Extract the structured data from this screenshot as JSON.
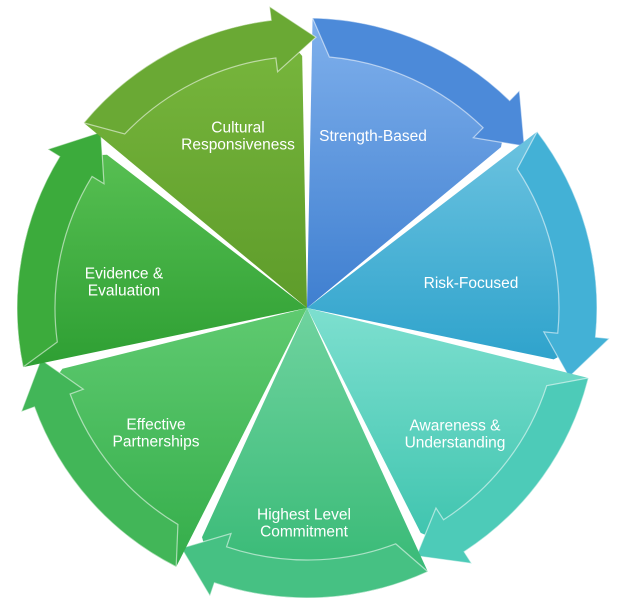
{
  "segments": [
    {
      "lines": [
        "Strength-Based"
      ],
      "color_top": "#7fb0ec",
      "color_bottom": "#3f7fd0",
      "arrow_color": "#4c8ad9"
    },
    {
      "lines": [
        "Risk-Focused"
      ],
      "color_top": "#6cc3e0",
      "color_bottom": "#2fa3cc",
      "arrow_color": "#43b1d6"
    },
    {
      "lines": [
        "Awareness &",
        "Understanding"
      ],
      "color_top": "#7ddfcf",
      "color_bottom": "#3cc3ad",
      "arrow_color": "#4dcbb8"
    },
    {
      "lines": [
        "Highest Level",
        "Commitment"
      ],
      "color_top": "#6fd39f",
      "color_bottom": "#34b873",
      "arrow_color": "#46c183"
    },
    {
      "lines": [
        "Effective",
        "Partnerships"
      ],
      "color_top": "#5fca70",
      "color_bottom": "#34ad4a",
      "arrow_color": "#42b658"
    },
    {
      "lines": [
        "Evidence &",
        "Evaluation"
      ],
      "color_top": "#57bf52",
      "color_bottom": "#2e9f33",
      "arrow_color": "#3cab3c"
    },
    {
      "lines": [
        "Cultural",
        "Responsiveness"
      ],
      "color_top": "#79b83e",
      "color_bottom": "#5e9c2a",
      "arrow_color": "#6aa934"
    }
  ]
}
